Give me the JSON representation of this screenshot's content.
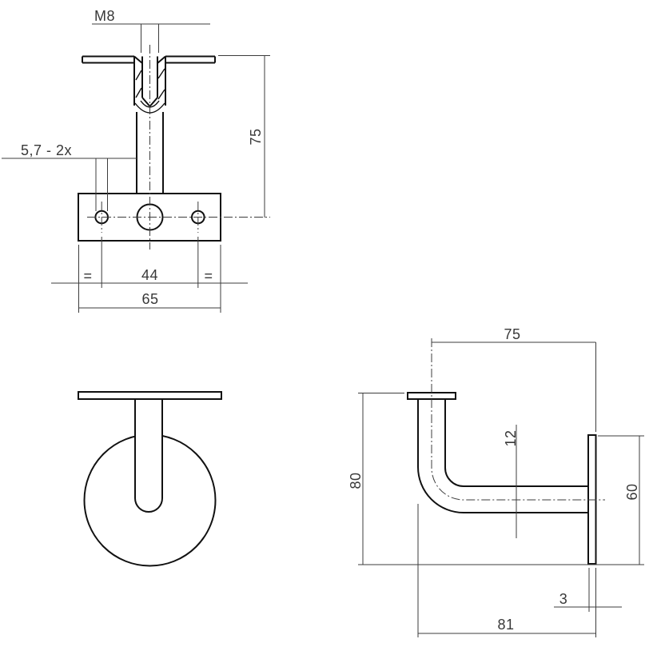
{
  "front_view": {
    "thread_label": "M8",
    "hole_label": "5,7 - 2x",
    "height_dim": "75",
    "hole_spacing_dim": "44",
    "plate_width_dim": "65",
    "equal_left": "=",
    "equal_right": "="
  },
  "side_view": {
    "depth_dim": "75",
    "height_dim": "80",
    "tube_diameter_dim": "12",
    "wall_plate_height_dim": "60",
    "wall_plate_thickness_dim": "3",
    "total_depth_dim": "81"
  },
  "colors": {
    "background": "#ffffff",
    "line": "#111111",
    "dimension": "#3c3c3c",
    "text": "#383838"
  }
}
